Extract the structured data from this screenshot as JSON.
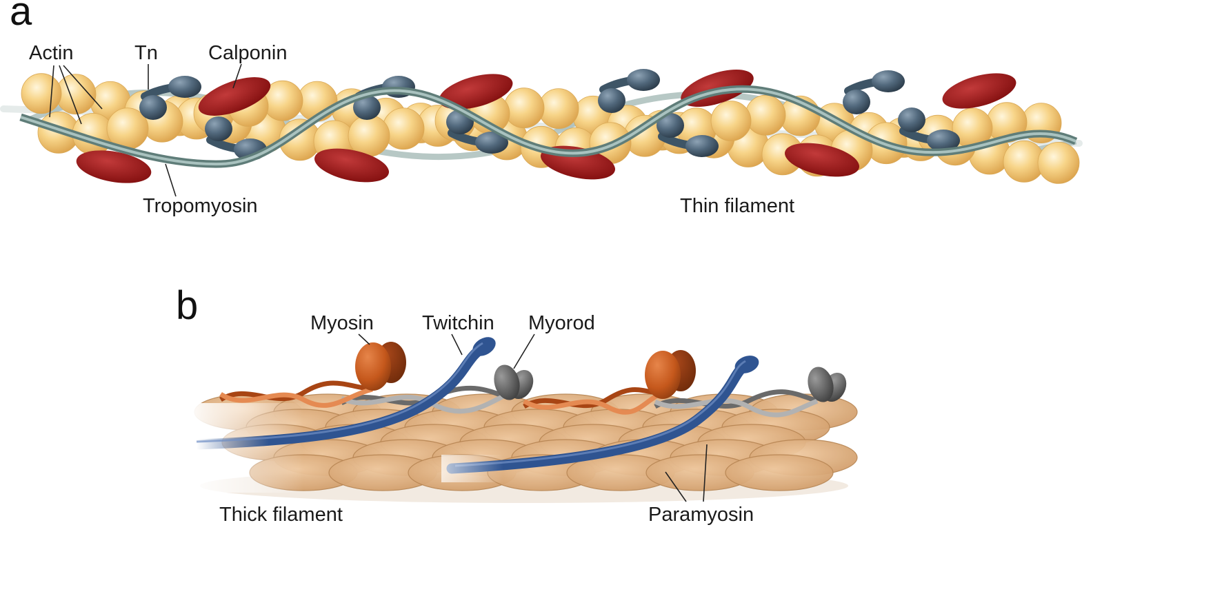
{
  "panel_a": {
    "letter": "a",
    "labels": {
      "actin": "Actin",
      "tn": "Tn",
      "calponin": "Calponin",
      "tropomyosin": "Tropomyosin",
      "thin_filament": "Thin filament"
    }
  },
  "panel_b": {
    "letter": "b",
    "labels": {
      "myosin": "Myosin",
      "twitchin": "Twitchin",
      "myorod": "Myorod",
      "thick_filament": "Thick filament",
      "paramyosin": "Paramyosin"
    }
  },
  "colors": {
    "actin": "#f2c46a",
    "tn": "#4d6478",
    "calponin": "#9b1414",
    "tropomyosin": "#7e9b96",
    "paramyosin": "#dcab78",
    "myosin": "#c5581c",
    "twitchin": "#2f5491",
    "myorod": "#5a5a5a"
  }
}
